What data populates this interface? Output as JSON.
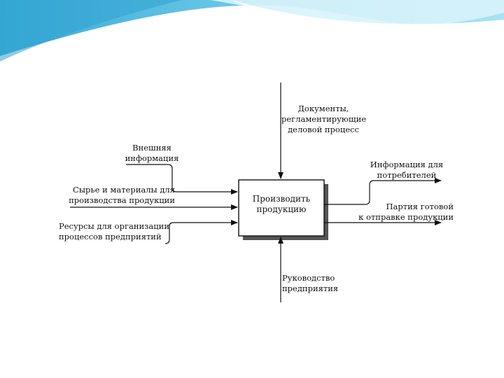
{
  "diagram": {
    "function_box": {
      "line1": "Производить",
      "line2": "продукцию"
    },
    "inputs": {
      "external_info": {
        "line1": "Внешняя",
        "line2": "информация"
      },
      "raw_materials": {
        "line1": "Сырье и материалы для",
        "line2": "производства продукции"
      },
      "resources": {
        "line1": "Ресурсы для организации",
        "line2": "процессов предприятий"
      }
    },
    "control": {
      "line1": "Документы,",
      "line2": "регламентирующие",
      "line3": "деловой процесс"
    },
    "outputs": {
      "consumer_info": {
        "line1": "Информация для",
        "line2": "потребителей"
      },
      "batch": {
        "line1": "Партия готовой",
        "line2": "к отправке продукции"
      }
    },
    "mechanism": {
      "line1": "Руководство",
      "line2": "предприятия"
    }
  },
  "colors": {
    "banner_light": "#cfeef7",
    "banner_mid": "#7fd0ea",
    "banner_dark": "#3aaed8",
    "line": "#111111"
  }
}
